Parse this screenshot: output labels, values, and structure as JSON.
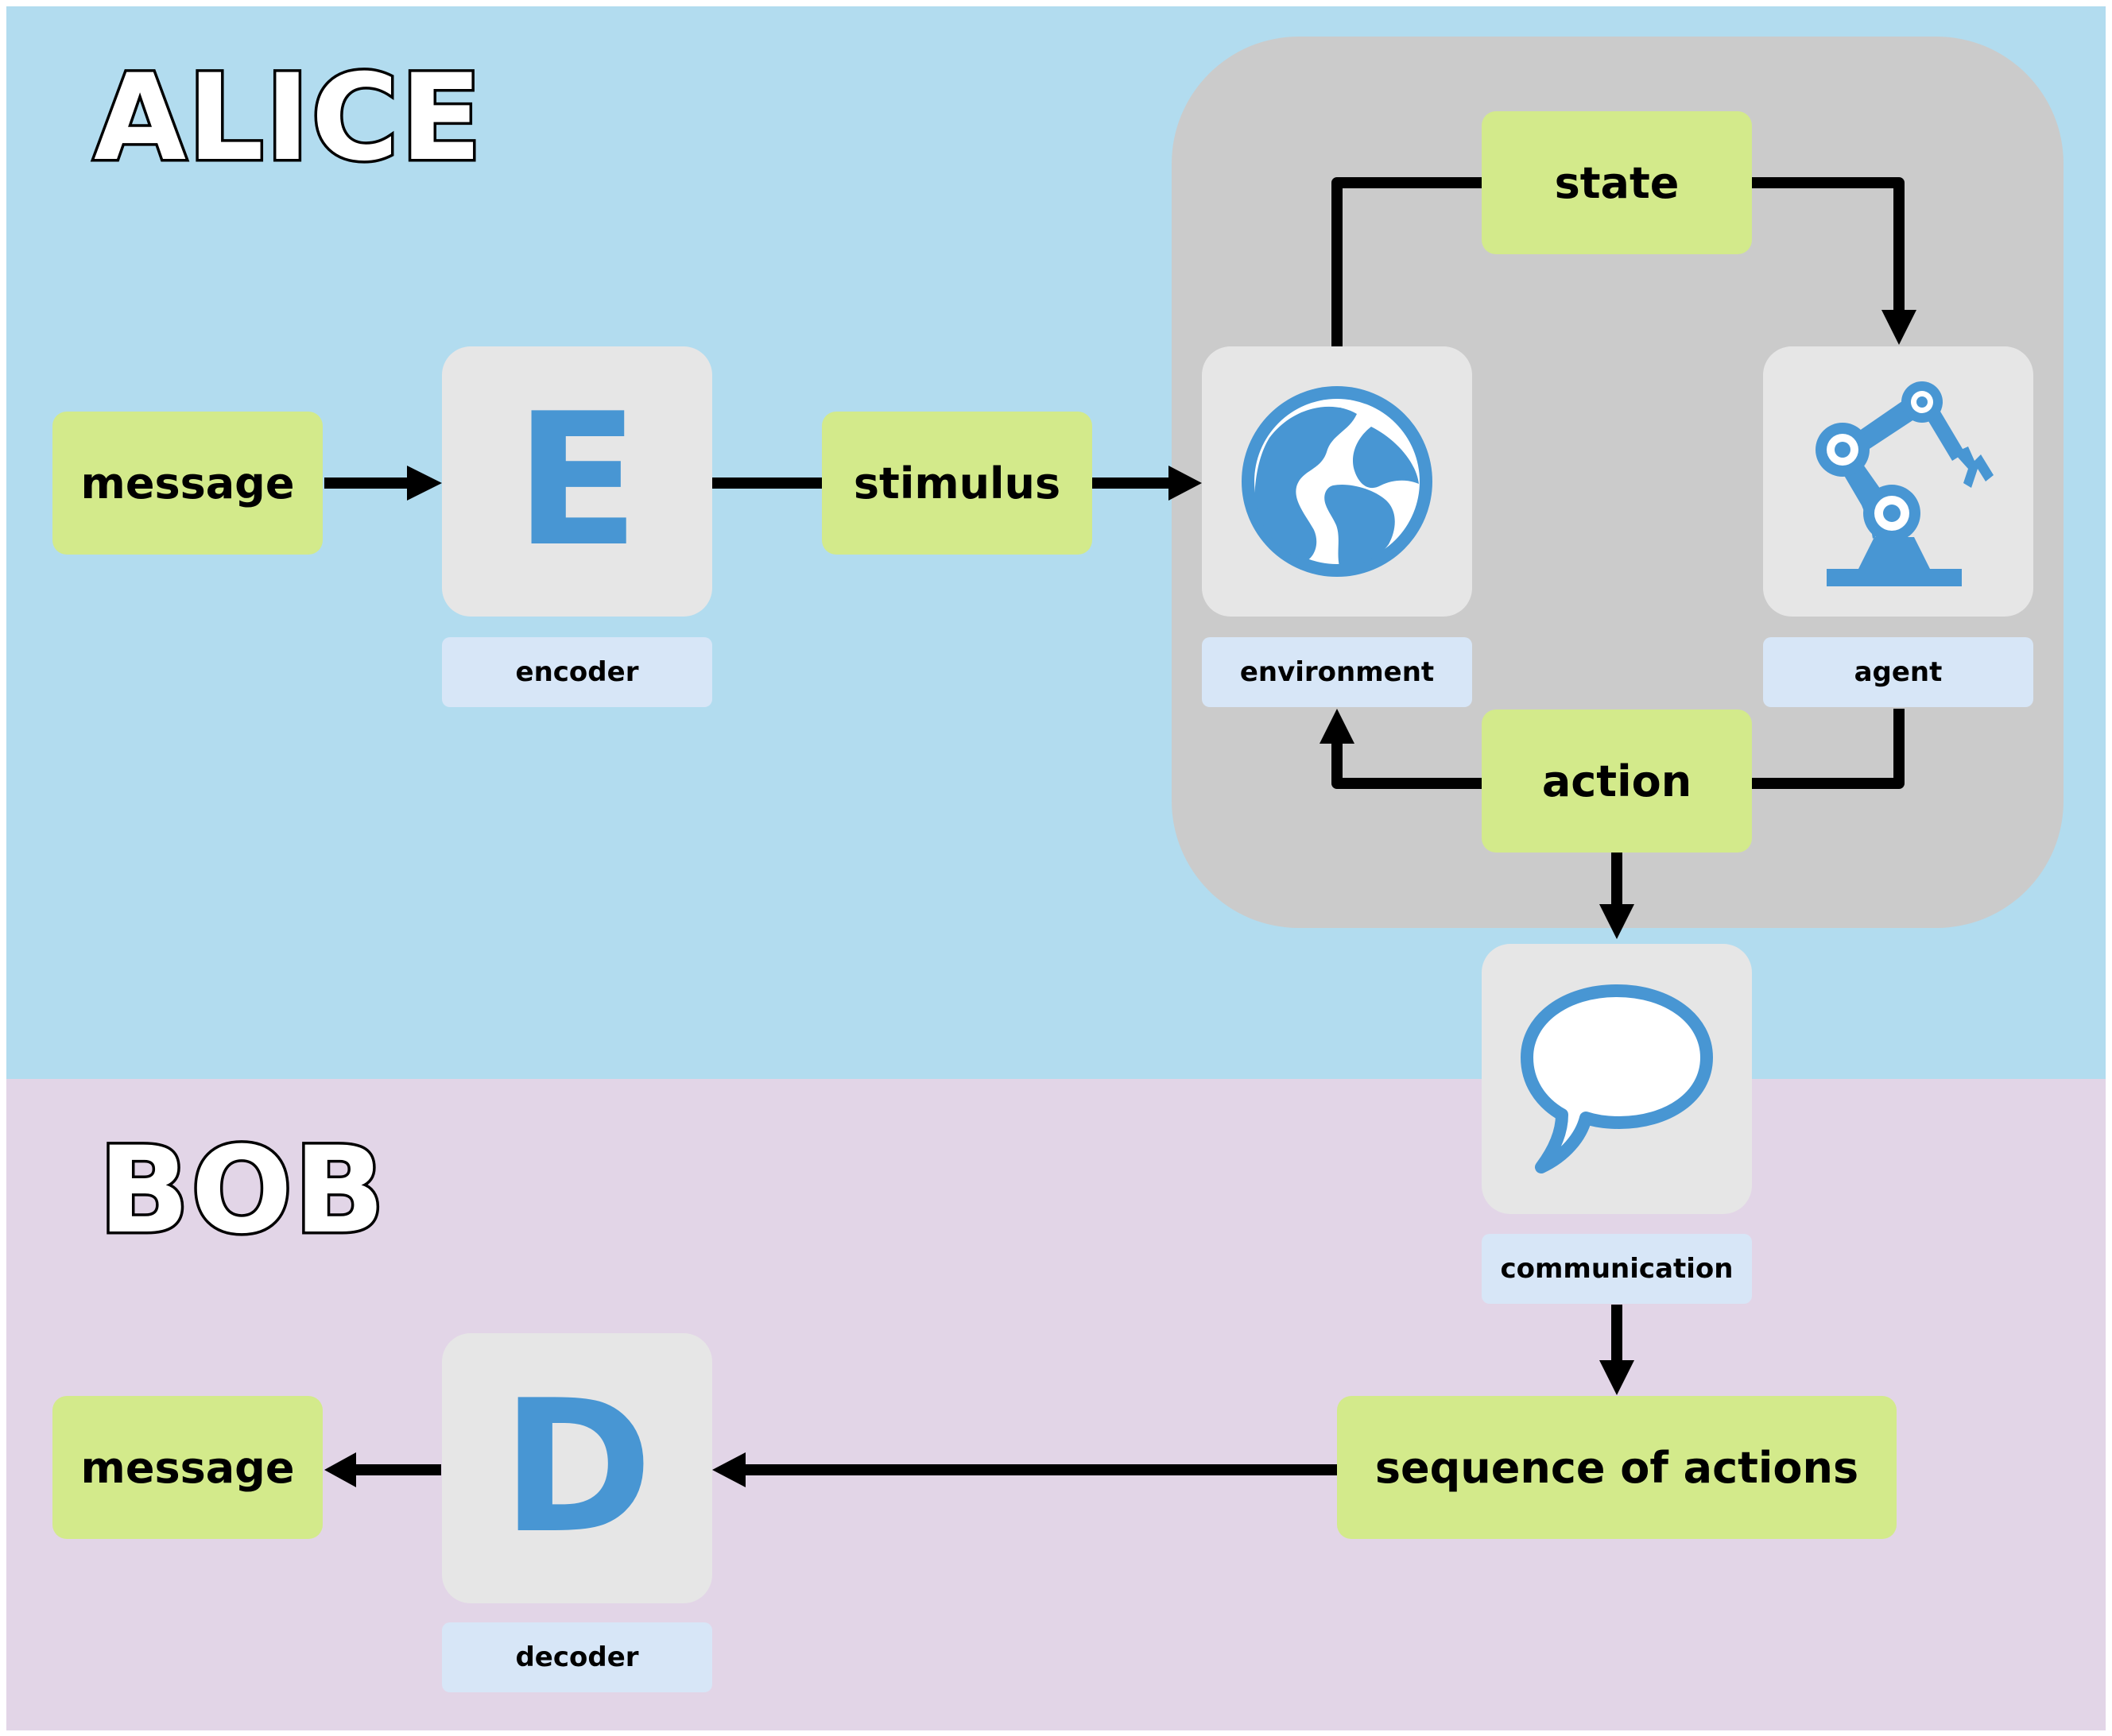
{
  "lanes": {
    "alice": "ALICE",
    "bob": "BOB"
  },
  "nodes": {
    "message_in": "message",
    "stimulus": "stimulus",
    "state": "state",
    "action": "action",
    "sequence": "sequence of actions",
    "message_out": "message"
  },
  "components": {
    "encoder": {
      "symbol": "E",
      "caption": "encoder"
    },
    "environment": {
      "icon": "globe-icon",
      "caption": "environment"
    },
    "agent": {
      "icon": "robot-arm-icon",
      "caption": "agent"
    },
    "communication": {
      "icon": "speech-bubble-icon",
      "caption": "communication"
    },
    "decoder": {
      "symbol": "D",
      "caption": "decoder"
    }
  },
  "colors": {
    "alice_background": "#b2dcef",
    "bob_background": "#e2d5e7",
    "loop_panel": "#cbcbcb",
    "node_fill": "#d3ea8b",
    "component_fill": "#e6e6e6",
    "caption_fill": "#d7e6f7",
    "icon_blue": "#4896d3",
    "arrow": "#000000"
  }
}
